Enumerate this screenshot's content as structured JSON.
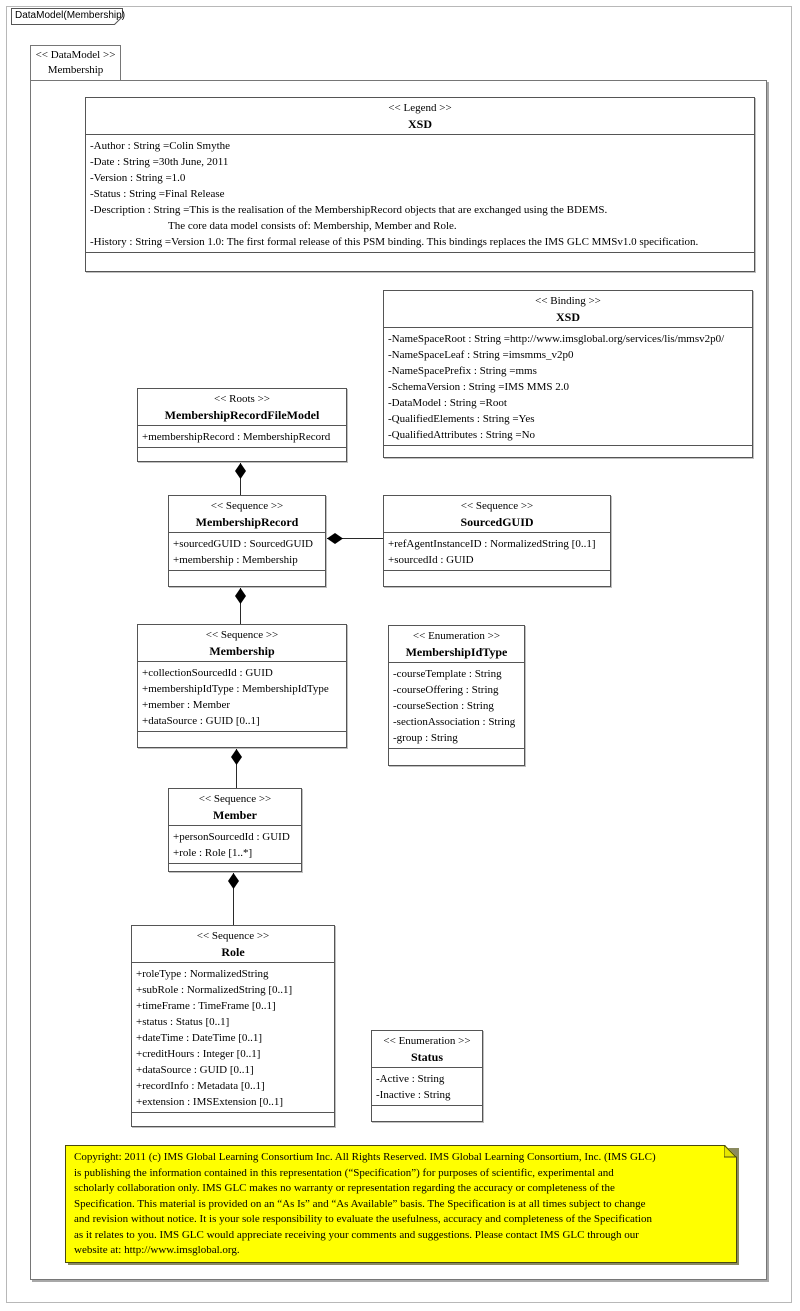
{
  "frame": {
    "tab": "DataModel(Membership)",
    "stereotype": "<< DataModel >>",
    "name": "Membership"
  },
  "boxes": {
    "legend": {
      "stereotype": "<< Legend >>",
      "name": "XSD",
      "attrs": [
        "-Author : String =Colin Smythe",
        "-Date : String =30th June, 2011",
        "-Version : String =1.0",
        "-Status : String =Final Release",
        "-Description : String =This is the realisation of the MembershipRecord objects that are exchanged using the BDEMS.",
        "The core data model consists of: Membership, Member and Role.",
        "-History : String =Version 1.0: The first formal release of this PSM binding. This bindings replaces the IMS GLC MMSv1.0 specification."
      ]
    },
    "binding": {
      "stereotype": "<< Binding >>",
      "name": "XSD",
      "attrs": [
        "-NameSpaceRoot : String =http://www.imsglobal.org/services/lis/mmsv2p0/",
        "-NameSpaceLeaf : String =imsmms_v2p0",
        "-NameSpacePrefix : String =mms",
        "-SchemaVersion : String =IMS MMS 2.0",
        "-DataModel : String =Root",
        "-QualifiedElements : String =Yes",
        "-QualifiedAttributes : String =No"
      ]
    },
    "roots": {
      "stereotype": "<< Roots >>",
      "name": "MembershipRecordFileModel",
      "attrs": [
        "+membershipRecord : MembershipRecord"
      ]
    },
    "membershipRecord": {
      "stereotype": "<< Sequence >>",
      "name": "MembershipRecord",
      "attrs": [
        "+sourcedGUID : SourcedGUID",
        "+membership : Membership"
      ]
    },
    "sourcedGUID": {
      "stereotype": "<< Sequence >>",
      "name": "SourcedGUID",
      "attrs": [
        "+refAgentInstanceID : NormalizedString [0..1]",
        "+sourcedId : GUID"
      ]
    },
    "membership": {
      "stereotype": "<< Sequence >>",
      "name": "Membership",
      "attrs": [
        "+collectionSourcedId : GUID",
        "+membershipIdType : MembershipIdType",
        "+member : Member",
        "+dataSource : GUID [0..1]"
      ]
    },
    "membershipIdType": {
      "stereotype": "<< Enumeration >>",
      "name": "MembershipIdType",
      "attrs": [
        "-courseTemplate : String",
        "-courseOffering : String",
        "-courseSection : String",
        "-sectionAssociation : String",
        "-group : String"
      ]
    },
    "member": {
      "stereotype": "<< Sequence >>",
      "name": "Member",
      "attrs": [
        "+personSourcedId : GUID",
        "+role : Role [1..*]"
      ]
    },
    "role": {
      "stereotype": "<< Sequence >>",
      "name": "Role",
      "attrs": [
        "+roleType : NormalizedString",
        "+subRole : NormalizedString  [0..1]",
        "+timeFrame : TimeFrame [0..1]",
        "+status : Status [0..1]",
        "+dateTime : DateTime [0..1]",
        "+creditHours : Integer [0..1]",
        "+dataSource : GUID [0..1]",
        "+recordInfo : Metadata [0..1]",
        "+extension : IMSExtension [0..1]"
      ]
    },
    "status": {
      "stereotype": "<< Enumeration >>",
      "name": "Status",
      "attrs": [
        "-Active : String",
        "-Inactive : String"
      ]
    }
  },
  "note": {
    "lines": [
      "Copyright: 2011 (c) IMS Global Learning Consortium Inc.  All Rights Reserved.  IMS Global Learning Consortium, Inc. (IMS GLC)",
      "is publishing the information contained in this representation (“Specification”) for purposes of scientific, experimental and",
      "scholarly collaboration only.  IMS GLC makes no warranty or representation regarding  the accuracy or completeness of the",
      "Specification.  This material is provided on an “As Is” and “As Available” basis.  The Specification is at all times subject to change",
      "and revision without notice.  It is your sole responsibility to evaluate the usefulness, accuracy and completeness of the Specification",
      "as it relates to you.  IMS GLC would appreciate receiving your comments and suggestions.  Please contact IMS GLC through our",
      "website at: http://www.imsglobal.org."
    ]
  },
  "colors": {
    "note_fill": "#ffff00",
    "line": "#000000"
  }
}
